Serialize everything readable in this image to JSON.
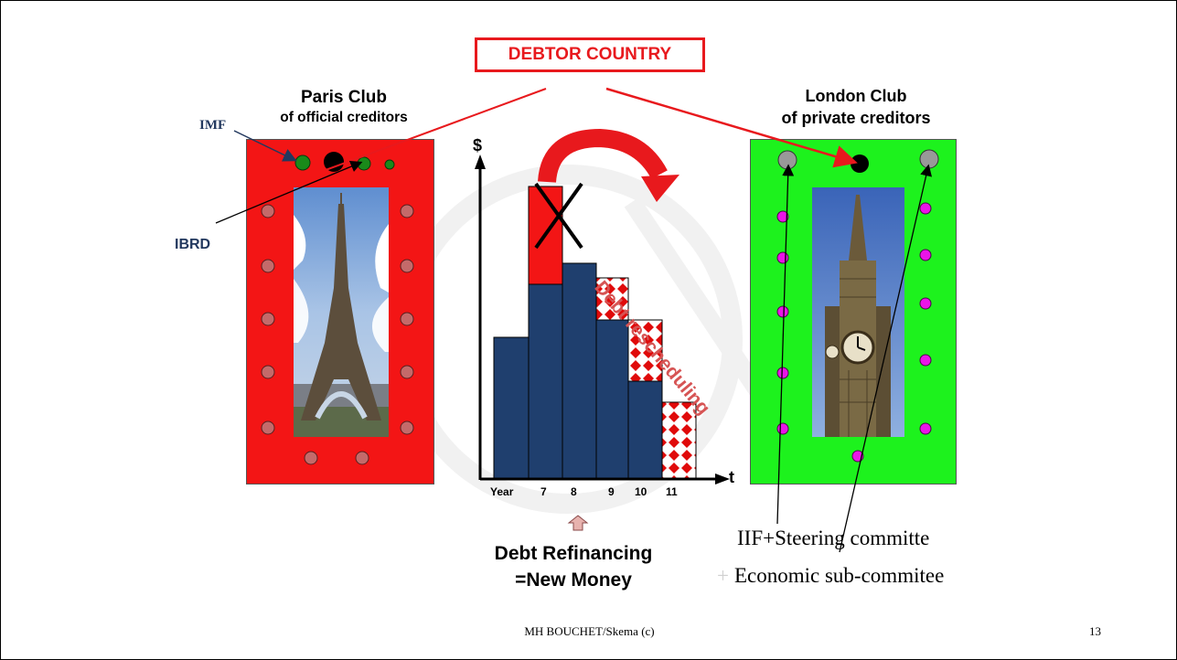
{
  "title": "DEBTOR COUNTRY",
  "paris_club": {
    "title": "Paris Club",
    "subtitle": "of official creditors"
  },
  "london_club": {
    "title": "London Club",
    "subtitle": "of private creditors"
  },
  "labels": {
    "imf": "IMF",
    "ibrd": "IBRD"
  },
  "chart": {
    "y_label": "$",
    "x_label": "t",
    "x_ticks": [
      "Year",
      "7",
      "8",
      "9",
      "10",
      "11"
    ],
    "annotation": "Debt rescheduling"
  },
  "refinancing": {
    "line1": "Debt Refinancing",
    "line2": "=New Money"
  },
  "committees": {
    "line1": "IIF+Steering committe",
    "plus": "+",
    "line2": "Economic sub-commitee"
  },
  "footer": "MH BOUCHET/Skema (c)",
  "page_number": "13",
  "colors": {
    "accent_red": "#e8191d",
    "paris_panel": "#f31515",
    "london_panel": "#1df21d",
    "bar_navy": "#1f3f6e",
    "debt_rescheduling_text": "#d65454",
    "committee_dots": "#ea14e8",
    "paris_dots": "#c46a6a"
  }
}
